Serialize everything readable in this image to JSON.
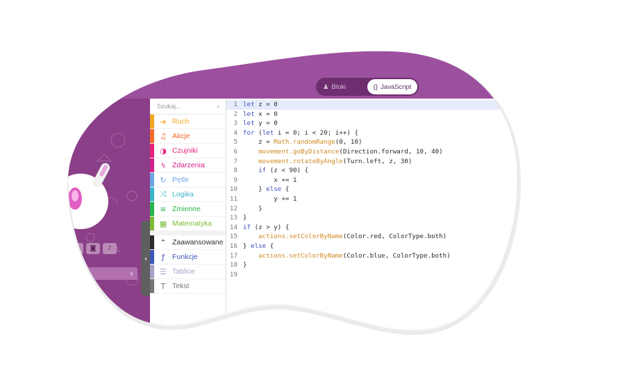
{
  "header": {
    "toggle_blocks_label": "Bloki",
    "toggle_js_label": "JavaScript",
    "blocks_icon": "puzzle-icon",
    "js_icon": "braces-icon"
  },
  "toolbox": {
    "search_placeholder": "Szukaj...",
    "items": [
      {
        "label": "Ruch",
        "icon": "arrow-right-icon",
        "color": "#f5a623"
      },
      {
        "label": "Akcje",
        "icon": "music-note-icon",
        "color": "#f36b2a"
      },
      {
        "label": "Czujniki",
        "icon": "half-circle-icon",
        "color": "#e7227b"
      },
      {
        "label": "Zdarzenia",
        "icon": "bolt-icon",
        "color": "#d2218c"
      },
      {
        "label": "Pętle",
        "icon": "refresh-icon",
        "color": "#6fa4e6"
      },
      {
        "label": "Logika",
        "icon": "shuffle-icon",
        "color": "#3db5c9"
      },
      {
        "label": "Zmienne",
        "icon": "list-lines-icon",
        "color": "#29b34f"
      },
      {
        "label": "Matematyka",
        "icon": "calculator-icon",
        "color": "#7cbc36"
      }
    ],
    "advanced_items": [
      {
        "label": "Zaawansowane",
        "icon": "chevron-up-icon",
        "color": "#2b2b2b"
      },
      {
        "label": "Funkcje",
        "icon": "function-icon",
        "color": "#3c58b8"
      },
      {
        "label": "Tablice",
        "icon": "array-icon",
        "color": "#a3a3c9"
      },
      {
        "label": "Tekst",
        "icon": "text-icon",
        "color": "#777777"
      }
    ]
  },
  "editor": {
    "active_line": 1,
    "lines": [
      "let z = 0",
      "let x = 0",
      "let y = 0",
      "for (let i = 0; i < 20; i++) {",
      "    z = Math.randomRange(0, 10)",
      "    movement.goByDistance(Direction.forward, 10, 40)",
      "    movement.rotateByAngle(Turn.left, z, 30)",
      "    if (z < 90) {",
      "        x += 1",
      "    } else {",
      "        y += 1",
      "    }",
      "}",
      "if (z > y) {",
      "    actions.setColorByName(Color.red, ColorType.both)",
      "} else {",
      "    actions.setColorByName(Color.blue, ColorType.both)",
      "}",
      ""
    ]
  },
  "simulator": {
    "collapse_icon": "chevron-left-icon",
    "bar_icon": "chevron-right-icon",
    "buttons": [
      "stop-icon",
      "camera-icon",
      "sound-icon"
    ]
  },
  "colors": {
    "brand": "#a0559a",
    "brand_dark": "#6d2d6f",
    "editor_bg": "#ffffff"
  }
}
